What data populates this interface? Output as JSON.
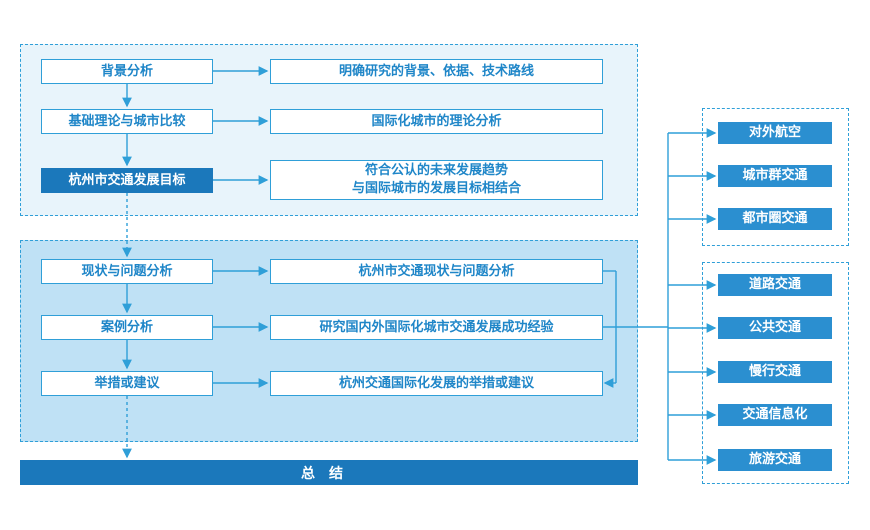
{
  "left_steps": [
    "背景分析",
    "基础理论与城市比较",
    "杭州市交通发展目标",
    "现状与问题分析",
    "案例分析",
    "举措或建议"
  ],
  "right_steps": [
    "明确研究的背景、依据、技术路线",
    "国际化城市的理论分析",
    [
      "符合公认的未来发展趋势",
      "与国际城市的发展目标相结合"
    ],
    "杭州市交通现状与问题分析",
    "研究国内外国际化城市交通发展成功经验",
    "杭州交通国际化发展的举措或建议"
  ],
  "group_a": [
    "对外航空",
    "城市群交通",
    "都市圈交通"
  ],
  "group_b": [
    "道路交通",
    "公共交通",
    "慢行交通",
    "交通信息化",
    "旅游交通"
  ],
  "summary": "总结",
  "colors": {
    "accent": "#2f9fd8",
    "dark": "#1b78bb",
    "panel_top": "#e8f4fb",
    "panel_bottom": "#bfe1f5"
  }
}
